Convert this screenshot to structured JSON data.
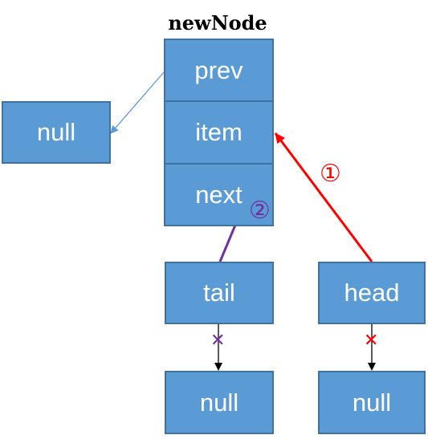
{
  "title": "newNode",
  "node": {
    "prev": "prev",
    "item": "item",
    "next": "next"
  },
  "boxes": {
    "prev_null": "null",
    "tail": "tail",
    "head": "head",
    "tail_null": "null",
    "head_null": "null"
  },
  "step_labels": {
    "step1": "①",
    "step2": "②"
  },
  "cross_marks": {
    "tail_cross": "✕",
    "head_cross": "✕"
  },
  "colors": {
    "box_fill": "#5b9bd5",
    "box_border": "#41719c",
    "arrow_step1": "#ff0000",
    "arrow_step2": "#7030a0",
    "prev_arrow": "#5b9bd5"
  }
}
